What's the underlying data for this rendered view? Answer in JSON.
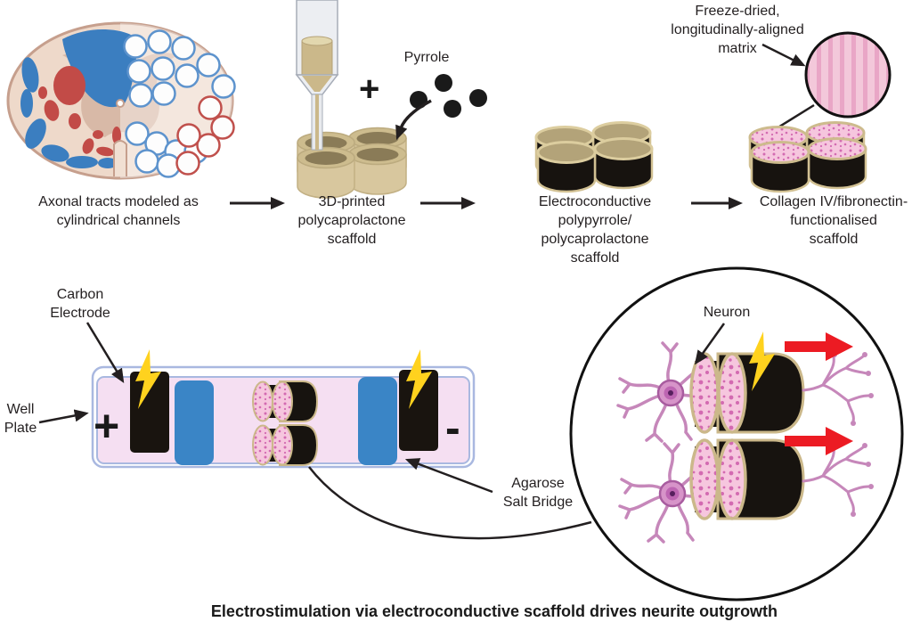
{
  "figure": {
    "caption": "Electrostimulation via electroconductive scaffold drives neurite outgrowth"
  },
  "steps": {
    "step1_label": "Axonal tracts modeled as\ncylindrical channels",
    "pyrrole_label": "Pyrrole",
    "pyrrole_plus_sign": "+",
    "step2_label": "3D-printed\npolycaprolactone\nscaffold",
    "step3_label": "Electroconductive\npolypyrrole/\npolycaprolactone\nscaffold",
    "step4_label": "Collagen IV/fibronectin-\nfunctionalised\nscaffold",
    "freeze_dried_label": "Freeze-dried,\nlongitudinally-aligned\nmatrix"
  },
  "experiment": {
    "carbon_electrode_label": "Carbon\nElectrode",
    "well_plate_label": "Well\nPlate",
    "anode_sign": "+",
    "cathode_sign": "-",
    "agarose_label": "Agarose\nSalt Bridge",
    "neuron_label": "Neuron"
  },
  "icons": {
    "spinal_cord_cross_section": "spinal-cord-illustration",
    "bioprinter_syringe": "3d-printer-nozzle-icon",
    "pyrrole_molecules": "black-dot-cluster",
    "lightning_bolt": "electrical-stimulation-icon",
    "magnifier_circle": "zoom-inset-circle",
    "red_arrow": "outgrowth-direction-arrow"
  },
  "colors": {
    "background": "#ffffff",
    "text": "#231f20",
    "arrow_black": "#231f20",
    "well_plate_fill": "#f5dff2",
    "well_plate_border": "#a9b8e0",
    "salt_bridge_blue": "#3a85c6",
    "electrode_black": "#19140f",
    "lightning_yellow": "#ffd21e",
    "red_arrow": "#ec1b23",
    "scaffold_tan": "#d8c79e",
    "scaffold_rim_tan": "#cbb88a",
    "ppy_top_khaki": "#b3a379",
    "matrix_pink": "#f6c6de",
    "matrix_speckle": "#d36ab1",
    "stripe_pink": "#e9a6c6",
    "neuron_pink": "#d794c9",
    "neuron_outline": "#a85c9f",
    "cord_blue": "#3b7ec0",
    "cord_red": "#c24b47",
    "cord_fill": "#eed9ca",
    "cord_gray_matter": "#d8b9a7"
  }
}
